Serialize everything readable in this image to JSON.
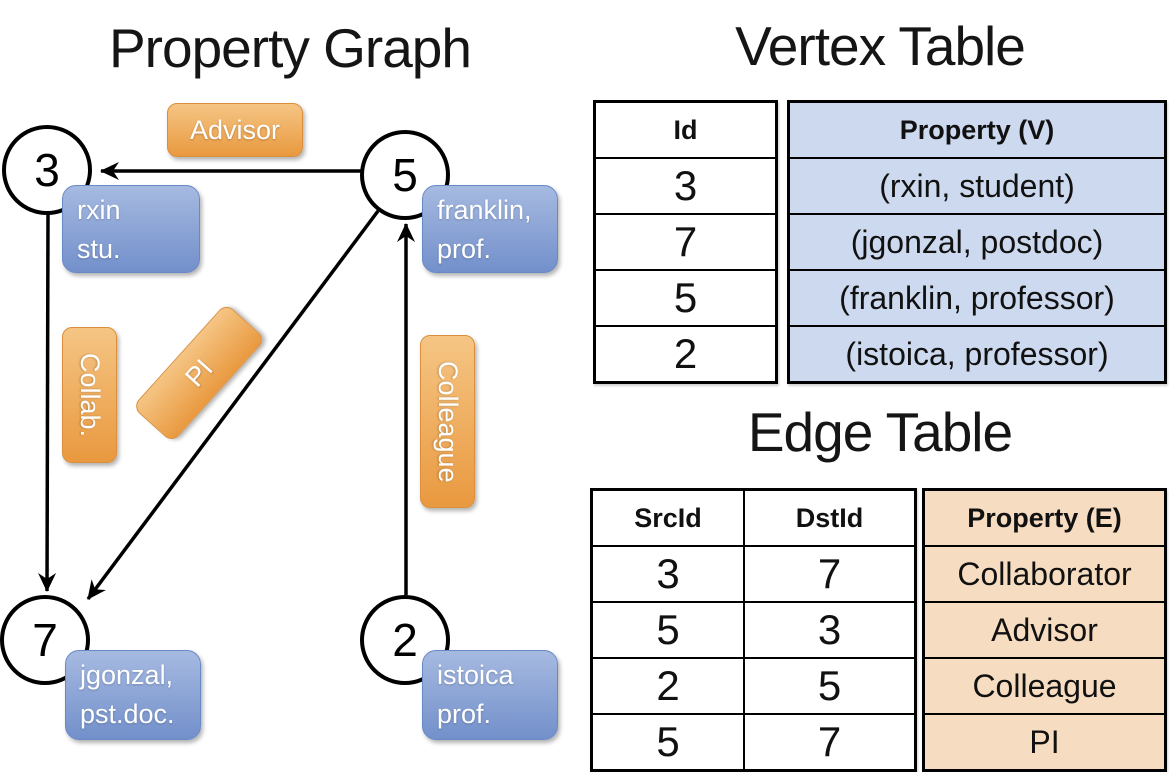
{
  "colors": {
    "orange_top": "#f5c584",
    "orange_bottom": "#e9993f",
    "orange_border": "#db8f3d",
    "blue_top": "#a6bae1",
    "blue_bottom": "#7390cb",
    "blue_border": "#6889c7",
    "vertex_property_bg": "#cdd9ee",
    "edge_property_bg": "#f6dcc0"
  },
  "graph": {
    "title": "Property Graph",
    "nodes": [
      {
        "id": "3",
        "label_lines": [
          "rxin",
          "stu."
        ]
      },
      {
        "id": "5",
        "label_lines": [
          "franklin,",
          "prof."
        ]
      },
      {
        "id": "7",
        "label_lines": [
          "jgonzal,",
          "pst.doc."
        ]
      },
      {
        "id": "2",
        "label_lines": [
          "istoica",
          "prof."
        ]
      }
    ],
    "edge_labels": {
      "advisor": "Advisor",
      "collab": "Collab.",
      "pi": "PI",
      "colleague": "Colleague"
    }
  },
  "vertex_table": {
    "title": "Vertex Table",
    "columns": [
      "Id",
      "Property (V)"
    ],
    "rows": [
      [
        "3",
        "(rxin, student)"
      ],
      [
        "7",
        "(jgonzal, postdoc)"
      ],
      [
        "5",
        "(franklin, professor)"
      ],
      [
        "2",
        "(istoica, professor)"
      ]
    ]
  },
  "edge_table": {
    "title": "Edge Table",
    "columns": [
      "SrcId",
      "DstId",
      "Property (E)"
    ],
    "rows": [
      [
        "3",
        "7",
        "Collaborator"
      ],
      [
        "5",
        "3",
        "Advisor"
      ],
      [
        "2",
        "5",
        "Colleague"
      ],
      [
        "5",
        "7",
        "PI"
      ]
    ]
  }
}
